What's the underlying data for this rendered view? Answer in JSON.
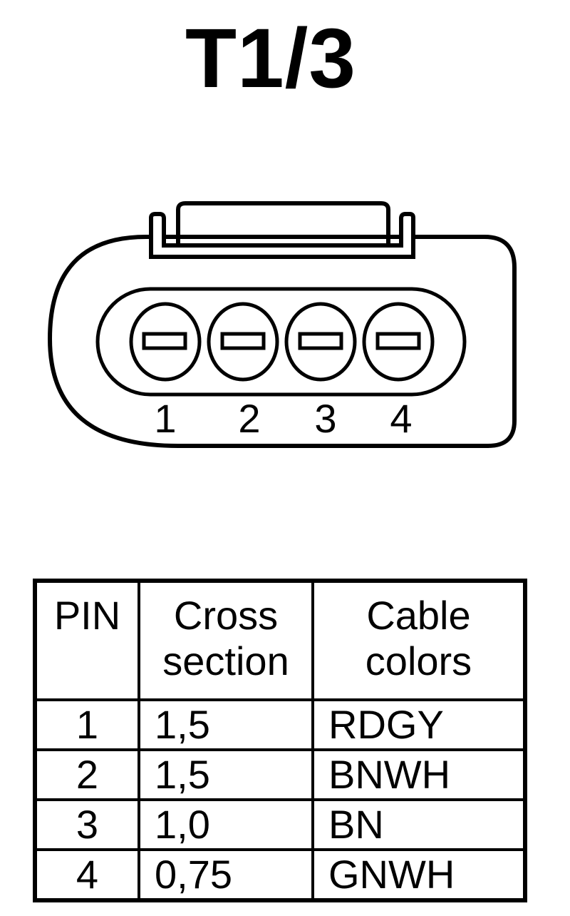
{
  "title": "T1/3",
  "connector": {
    "pin_labels": [
      "1",
      "2",
      "3",
      "4"
    ]
  },
  "table": {
    "headers": {
      "pin": "PIN",
      "cross_section": [
        "Cross",
        "section"
      ],
      "cable_colors": [
        "Cable",
        "colors"
      ]
    },
    "rows": [
      {
        "pin": "1",
        "cross_section": "1,5",
        "color": "RDGY"
      },
      {
        "pin": "2",
        "cross_section": "1,5",
        "color": "BNWH"
      },
      {
        "pin": "3",
        "cross_section": "1,0",
        "color": "BN"
      },
      {
        "pin": "4",
        "cross_section": "0,75",
        "color": "GNWH"
      }
    ]
  }
}
